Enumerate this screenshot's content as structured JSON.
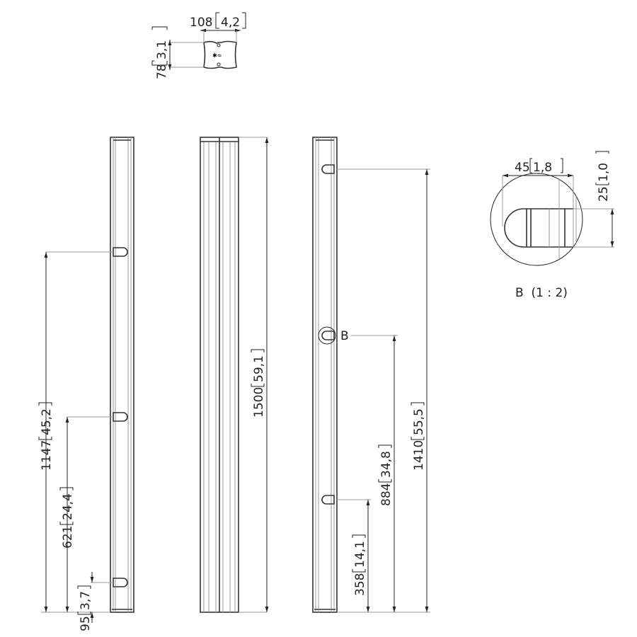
{
  "top_view": {
    "width_dim": "108",
    "width_dim_in": "4,2",
    "height_dim": "78",
    "height_dim_in": "3,1"
  },
  "left_view": {
    "dims": [
      {
        "mm": "1147",
        "in": "45,2"
      },
      {
        "mm": "621",
        "in": "24,4"
      },
      {
        "mm": "95",
        "in": "3,7"
      }
    ]
  },
  "middle_view": {
    "length_mm": "1500",
    "length_in": "59,1"
  },
  "right_view": {
    "dims": [
      {
        "mm": "1410",
        "in": "55,5"
      },
      {
        "mm": "884",
        "in": "34,8"
      },
      {
        "mm": "358",
        "in": "14,1"
      }
    ],
    "detail_marker": "B"
  },
  "detail": {
    "width_mm": "45",
    "width_in": "1,8",
    "height_mm": "25",
    "height_in": "1,0",
    "caption": "B  (1 : 2)"
  }
}
